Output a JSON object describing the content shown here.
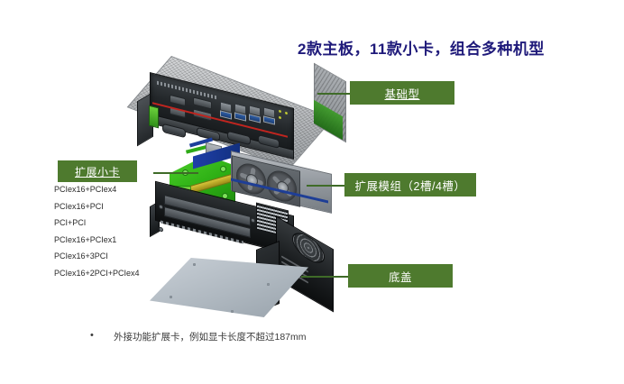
{
  "page": {
    "title_heading": "2款主板，11款小卡，组合多种机型",
    "background_color": "#ffffff",
    "accent_green": "#4e7a2e",
    "title_color": "#1f1a7a"
  },
  "callouts": {
    "basic": {
      "label": "基础型",
      "name": "basic-type"
    },
    "expansion_card": {
      "label": "扩展小卡",
      "name": "expansion-small-card"
    },
    "expansion_module": {
      "label": "扩展模组（2槽/4槽）",
      "name": "expansion-module"
    },
    "bottom_cover": {
      "label": "底盖",
      "name": "bottom-cover"
    }
  },
  "pcie_options": [
    "PCIex16+PCIex4",
    "PCIex16+PCI",
    "PCI+PCI",
    "PCIex16+PCIex1",
    "PCIex16+3PCI",
    "PCIex16+2PCI+PCIex4"
  ],
  "footnote": {
    "bullet": "•",
    "text": "外接功能扩展卡，例如显卡长度不超过187mm"
  },
  "diagram": {
    "top_unit_name": "basic-chassis-render",
    "riser_name": "riser-card-render",
    "fans_name": "fan-module-render",
    "expansion_box_name": "expansion-chassis-render",
    "bottom_cover_name": "bottom-cover-render"
  }
}
